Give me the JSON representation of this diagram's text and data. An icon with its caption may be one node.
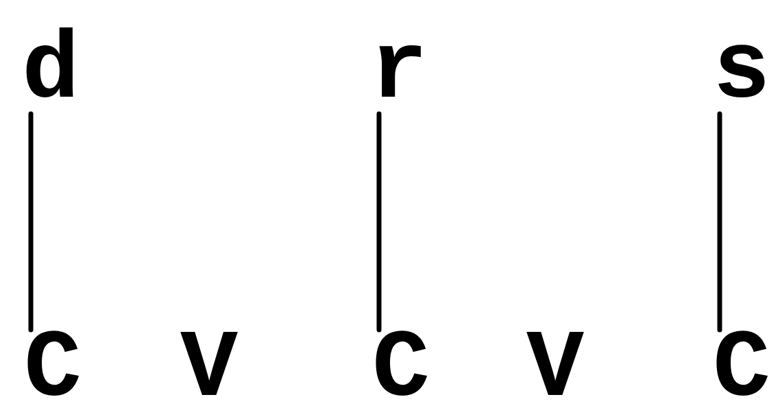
{
  "diagram": {
    "nodes": [
      {
        "text": [
          "d"
        ]
      },
      {
        "text": [
          "r"
        ]
      },
      {
        "text": [
          "s"
        ]
      },
      {
        "text": [
          "C"
        ]
      },
      {
        "text": [
          "C"
        ]
      },
      {
        "text": [
          "C"
        ]
      }
    ],
    "edges": [
      {
        "from": 0,
        "to": 3,
        "arrow": "none"
      },
      {
        "from": 1,
        "to": 4,
        "arrow": "none"
      },
      {
        "from": 2,
        "to": 5,
        "arrow": "none"
      }
    ],
    "labels": [
      "V",
      "V"
    ]
  }
}
